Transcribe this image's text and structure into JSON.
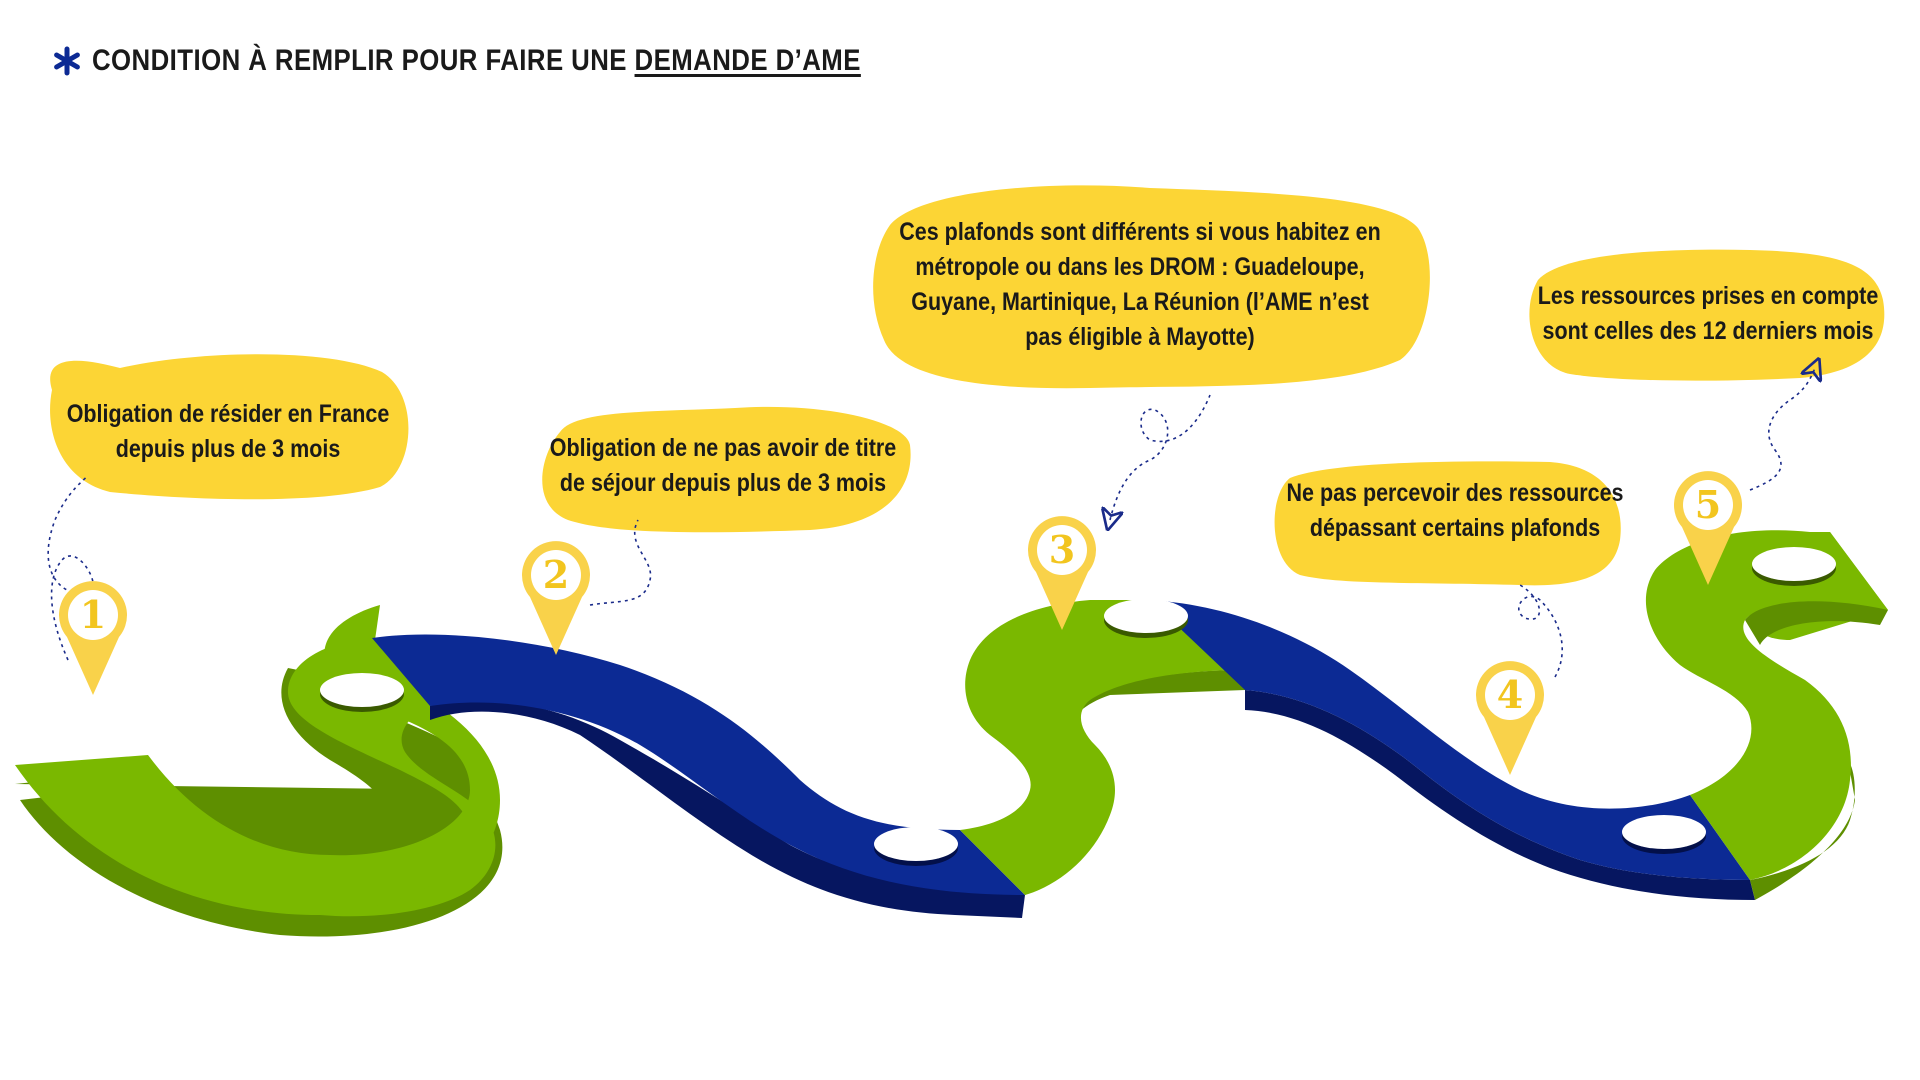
{
  "header": {
    "title_prefix": "CONDITION À REMPLIR POUR FAIRE UNE ",
    "title_link": "DEMANDE D’AME"
  },
  "steps": [
    {
      "number": "1",
      "lines": [
        "Obligation de résider en France",
        "depuis plus de 3 mois"
      ]
    },
    {
      "number": "2",
      "lines": [
        "Obligation de ne pas avoir de titre",
        "de séjour depuis plus de 3 mois"
      ]
    },
    {
      "number": "3",
      "lines": [
        "Ces plafonds sont différents si vous habitez en",
        "métropole ou dans les DROM : Guadeloupe,",
        "Guyane, Martinique, La Réunion (l’AME n’est",
        "pas éligible à Mayotte)"
      ]
    },
    {
      "number": "4",
      "lines": [
        "Ne pas percevoir des ressources",
        "dépassant certains plafonds"
      ]
    },
    {
      "number": "5",
      "lines": [
        "Les ressources prises en compte",
        "sont celles des 12 derniers mois"
      ]
    }
  ],
  "colors": {
    "green": "#7ab800",
    "green_dark": "#5a8a00",
    "blue": "#0c2a94",
    "blue_dark": "#061660",
    "yellow": "#fcd535",
    "pin": "#f9d24a",
    "pin_text": "#f2c51f",
    "star": "#0c2a94"
  },
  "icons": {
    "header": "asterisk-star-icon",
    "pin": "map-pin-icon",
    "hole": "ellipse-hole",
    "arrow": "paper-plane-arrow-icon"
  }
}
